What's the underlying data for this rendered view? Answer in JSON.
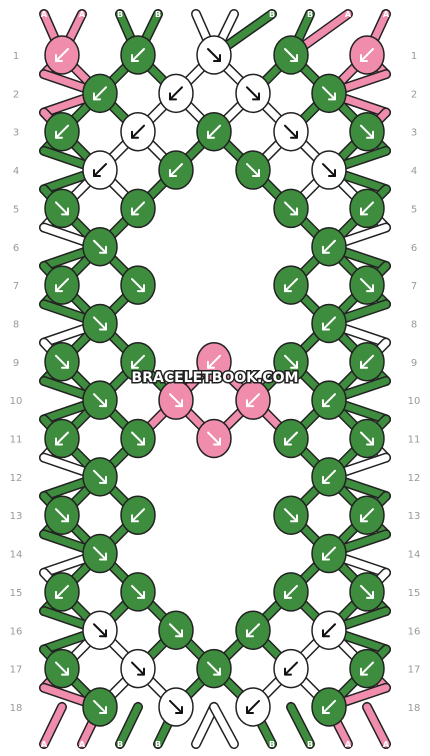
{
  "pattern": {
    "strings": [
      {
        "letter": "A",
        "color": "#f08cac"
      },
      {
        "letter": "A",
        "color": "#f08cac"
      },
      {
        "letter": "B",
        "color": "#3e8c3e"
      },
      {
        "letter": "B",
        "color": "#3e8c3e"
      },
      {
        "letter": "C",
        "color": "#ffffff"
      },
      {
        "letter": "C",
        "color": "#ffffff"
      },
      {
        "letter": "B",
        "color": "#3e8c3e"
      },
      {
        "letter": "B",
        "color": "#3e8c3e"
      },
      {
        "letter": "A",
        "color": "#f08cac"
      },
      {
        "letter": "A",
        "color": "#f08cac"
      }
    ],
    "row_labels": [
      "1",
      "2",
      "3",
      "4",
      "5",
      "6",
      "7",
      "8",
      "9",
      "10",
      "11",
      "12",
      "13",
      "14",
      "15",
      "16",
      "17",
      "18"
    ],
    "knot_rows": [
      [
        {
          "color": "#f08cac",
          "arrow": "down-left"
        },
        {
          "color": "#3e8c3e",
          "arrow": "down-left"
        },
        {
          "color": "#ffffff",
          "arrow": "down-right"
        },
        {
          "color": "#3e8c3e",
          "arrow": "down-right"
        },
        {
          "color": "#f08cac",
          "arrow": "down-left"
        }
      ],
      [
        {
          "color": "#3e8c3e",
          "arrow": "down-left"
        },
        {
          "color": "#ffffff",
          "arrow": "down-left"
        },
        {
          "color": "#ffffff",
          "arrow": "down-right"
        },
        {
          "color": "#3e8c3e",
          "arrow": "down-right"
        }
      ],
      [
        {
          "color": "#3e8c3e",
          "arrow": "down-left"
        },
        {
          "color": "#ffffff",
          "arrow": "down-left"
        },
        {
          "color": "#3e8c3e",
          "arrow": "down-left"
        },
        {
          "color": "#ffffff",
          "arrow": "down-right"
        },
        {
          "color": "#3e8c3e",
          "arrow": "down-right"
        }
      ],
      [
        {
          "color": "#ffffff",
          "arrow": "down-left"
        },
        {
          "color": "#3e8c3e",
          "arrow": "down-left"
        },
        {
          "color": "#3e8c3e",
          "arrow": "down-right"
        },
        {
          "color": "#ffffff",
          "arrow": "down-right"
        }
      ],
      [
        {
          "color": "#3e8c3e",
          "arrow": "down-right"
        },
        {
          "color": "#3e8c3e",
          "arrow": "down-left"
        },
        {
          "color": "#3e8c3e",
          "arrow": "down-right"
        },
        {
          "color": "#3e8c3e",
          "arrow": "down-left"
        }
      ],
      [
        {
          "color": "#3e8c3e",
          "arrow": "down-right"
        },
        {
          "color": "#3e8c3e",
          "arrow": "down-left"
        }
      ],
      [
        {
          "color": "#3e8c3e",
          "arrow": "down-left"
        },
        {
          "color": "#3e8c3e",
          "arrow": "down-right"
        },
        {
          "color": "#3e8c3e",
          "arrow": "down-left"
        },
        {
          "color": "#3e8c3e",
          "arrow": "down-right"
        }
      ],
      [
        {
          "color": "#3e8c3e",
          "arrow": "down-right"
        },
        {
          "color": "#3e8c3e",
          "arrow": "down-left"
        }
      ],
      [
        {
          "color": "#3e8c3e",
          "arrow": "down-right"
        },
        {
          "color": "#3e8c3e",
          "arrow": "down-left"
        },
        {
          "color": "#f08cac",
          "arrow": "down-left"
        },
        {
          "color": "#3e8c3e",
          "arrow": "down-right"
        },
        {
          "color": "#3e8c3e",
          "arrow": "down-left"
        }
      ],
      [
        {
          "color": "#3e8c3e",
          "arrow": "down-right"
        },
        {
          "color": "#f08cac",
          "arrow": "down-right"
        },
        {
          "color": "#f08cac",
          "arrow": "down-left"
        },
        {
          "color": "#3e8c3e",
          "arrow": "down-left"
        }
      ],
      [
        {
          "color": "#3e8c3e",
          "arrow": "down-left"
        },
        {
          "color": "#3e8c3e",
          "arrow": "down-right"
        },
        {
          "color": "#f08cac",
          "arrow": "down-right"
        },
        {
          "color": "#3e8c3e",
          "arrow": "down-left"
        },
        {
          "color": "#3e8c3e",
          "arrow": "down-right"
        }
      ],
      [
        {
          "color": "#3e8c3e",
          "arrow": "down-right"
        },
        {
          "color": "#3e8c3e",
          "arrow": "down-left"
        }
      ],
      [
        {
          "color": "#3e8c3e",
          "arrow": "down-right"
        },
        {
          "color": "#3e8c3e",
          "arrow": "down-left"
        },
        {
          "color": "#3e8c3e",
          "arrow": "down-right"
        },
        {
          "color": "#3e8c3e",
          "arrow": "down-left"
        }
      ],
      [
        {
          "color": "#3e8c3e",
          "arrow": "down-right"
        },
        {
          "color": "#3e8c3e",
          "arrow": "down-left"
        }
      ],
      [
        {
          "color": "#3e8c3e",
          "arrow": "down-left"
        },
        {
          "color": "#3e8c3e",
          "arrow": "down-right"
        },
        {
          "color": "#3e8c3e",
          "arrow": "down-left"
        },
        {
          "color": "#3e8c3e",
          "arrow": "down-right"
        }
      ],
      [
        {
          "color": "#ffffff",
          "arrow": "down-right"
        },
        {
          "color": "#3e8c3e",
          "arrow": "down-right"
        },
        {
          "color": "#3e8c3e",
          "arrow": "down-left"
        },
        {
          "color": "#ffffff",
          "arrow": "down-left"
        }
      ],
      [
        {
          "color": "#3e8c3e",
          "arrow": "down-right"
        },
        {
          "color": "#ffffff",
          "arrow": "down-right"
        },
        {
          "color": "#3e8c3e",
          "arrow": "down-right"
        },
        {
          "color": "#ffffff",
          "arrow": "down-left"
        },
        {
          "color": "#3e8c3e",
          "arrow": "down-left"
        }
      ],
      [
        {
          "color": "#3e8c3e",
          "arrow": "down-right"
        },
        {
          "color": "#ffffff",
          "arrow": "down-right"
        },
        {
          "color": "#ffffff",
          "arrow": "down-left"
        },
        {
          "color": "#3e8c3e",
          "arrow": "down-left"
        }
      ]
    ],
    "watermark": "BRACELETBOOK.COM"
  }
}
